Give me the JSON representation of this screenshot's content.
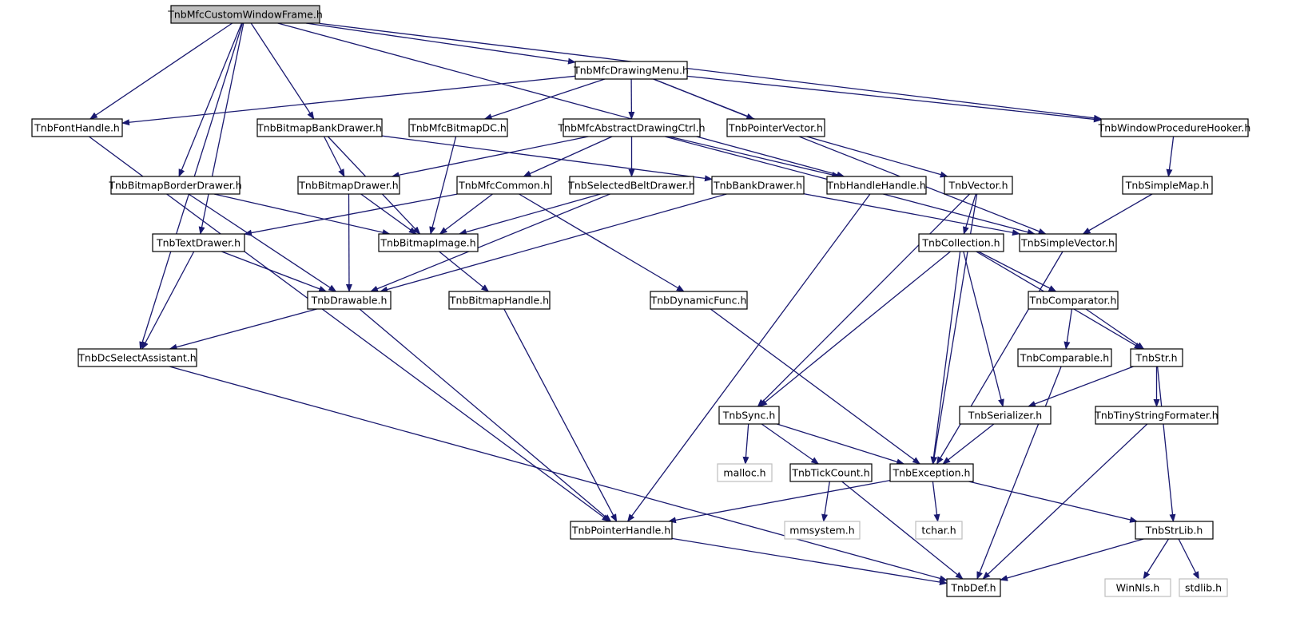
{
  "graph": {
    "nodes": [
      {
        "id": "root",
        "label": "TnbMfcCustomWindowFrame.h",
        "kind": "root"
      },
      {
        "id": "drawmenu",
        "label": "TnbMfcDrawingMenu.h",
        "kind": "normal"
      },
      {
        "id": "fonthandle",
        "label": "TnbFontHandle.h",
        "kind": "normal"
      },
      {
        "id": "bmpbank",
        "label": "TnbBitmapBankDrawer.h",
        "kind": "normal"
      },
      {
        "id": "bmpdc",
        "label": "TnbMfcBitmapDC.h",
        "kind": "normal"
      },
      {
        "id": "absdraw",
        "label": "TnbMfcAbstractDrawingCtrl.h",
        "kind": "normal"
      },
      {
        "id": "ptrvec",
        "label": "TnbPointerVector.h",
        "kind": "normal"
      },
      {
        "id": "wndhook",
        "label": "TnbWindowProcedureHooker.h",
        "kind": "normal"
      },
      {
        "id": "bmpborder",
        "label": "TnbBitmapBorderDrawer.h",
        "kind": "normal"
      },
      {
        "id": "bmpdrawer",
        "label": "TnbBitmapDrawer.h",
        "kind": "normal"
      },
      {
        "id": "mfccommon",
        "label": "TnbMfcCommon.h",
        "kind": "normal"
      },
      {
        "id": "selbelt",
        "label": "TnbSelectedBeltDrawer.h",
        "kind": "normal"
      },
      {
        "id": "bankdrawer",
        "label": "TnbBankDrawer.h",
        "kind": "normal"
      },
      {
        "id": "handlehandle",
        "label": "TnbHandleHandle.h",
        "kind": "normal"
      },
      {
        "id": "vector",
        "label": "TnbVector.h",
        "kind": "normal"
      },
      {
        "id": "simplemap",
        "label": "TnbSimpleMap.h",
        "kind": "normal"
      },
      {
        "id": "textdrawer",
        "label": "TnbTextDrawer.h",
        "kind": "normal"
      },
      {
        "id": "bmpimage",
        "label": "TnbBitmapImage.h",
        "kind": "normal"
      },
      {
        "id": "collection",
        "label": "TnbCollection.h",
        "kind": "normal"
      },
      {
        "id": "simplevec",
        "label": "TnbSimpleVector.h",
        "kind": "normal"
      },
      {
        "id": "drawable",
        "label": "TnbDrawable.h",
        "kind": "normal"
      },
      {
        "id": "bmphandle",
        "label": "TnbBitmapHandle.h",
        "kind": "normal"
      },
      {
        "id": "dynfunc",
        "label": "TnbDynamicFunc.h",
        "kind": "normal"
      },
      {
        "id": "comparator",
        "label": "TnbComparator.h",
        "kind": "normal"
      },
      {
        "id": "dcselect",
        "label": "TnbDcSelectAssistant.h",
        "kind": "normal"
      },
      {
        "id": "comparable",
        "label": "TnbComparable.h",
        "kind": "normal"
      },
      {
        "id": "str",
        "label": "TnbStr.h",
        "kind": "normal"
      },
      {
        "id": "sync",
        "label": "TnbSync.h",
        "kind": "normal"
      },
      {
        "id": "serializer",
        "label": "TnbSerializer.h",
        "kind": "normal"
      },
      {
        "id": "tinystr",
        "label": "TnbTinyStringFormater.h",
        "kind": "normal"
      },
      {
        "id": "malloc",
        "label": "malloc.h",
        "kind": "external"
      },
      {
        "id": "tickcount",
        "label": "TnbTickCount.h",
        "kind": "normal"
      },
      {
        "id": "exception",
        "label": "TnbException.h",
        "kind": "normal"
      },
      {
        "id": "ptrhandle",
        "label": "TnbPointerHandle.h",
        "kind": "normal"
      },
      {
        "id": "mmsystem",
        "label": "mmsystem.h",
        "kind": "external"
      },
      {
        "id": "tchar",
        "label": "tchar.h",
        "kind": "external"
      },
      {
        "id": "strlib",
        "label": "TnbStrLib.h",
        "kind": "normal"
      },
      {
        "id": "def",
        "label": "TnbDef.h",
        "kind": "normal"
      },
      {
        "id": "winnls",
        "label": "WinNls.h",
        "kind": "external"
      },
      {
        "id": "stdlib",
        "label": "stdlib.h",
        "kind": "external"
      }
    ],
    "edges": [
      [
        "root",
        "drawmenu"
      ],
      [
        "root",
        "fonthandle"
      ],
      [
        "root",
        "bmpbank"
      ],
      [
        "root",
        "wndhook"
      ],
      [
        "root",
        "bmpborder"
      ],
      [
        "root",
        "textdrawer"
      ],
      [
        "root",
        "dcselect"
      ],
      [
        "root",
        "handlehandle"
      ],
      [
        "drawmenu",
        "fonthandle"
      ],
      [
        "drawmenu",
        "bmpdc"
      ],
      [
        "drawmenu",
        "absdraw"
      ],
      [
        "drawmenu",
        "ptrvec"
      ],
      [
        "drawmenu",
        "wndhook"
      ],
      [
        "drawmenu",
        "simplevec"
      ],
      [
        "fonthandle",
        "ptrhandle"
      ],
      [
        "bmpbank",
        "bmpdrawer"
      ],
      [
        "bmpbank",
        "bankdrawer"
      ],
      [
        "bmpbank",
        "bmpimage"
      ],
      [
        "bmpdc",
        "bmpimage"
      ],
      [
        "absdraw",
        "bmpdrawer"
      ],
      [
        "absdraw",
        "mfccommon"
      ],
      [
        "absdraw",
        "selbelt"
      ],
      [
        "absdraw",
        "handlehandle"
      ],
      [
        "absdraw",
        "simplevec"
      ],
      [
        "ptrvec",
        "vector"
      ],
      [
        "wndhook",
        "simplemap"
      ],
      [
        "bmpborder",
        "bmpimage"
      ],
      [
        "bmpborder",
        "drawable"
      ],
      [
        "bmpdrawer",
        "bmpimage"
      ],
      [
        "bmpdrawer",
        "drawable"
      ],
      [
        "mfccommon",
        "textdrawer"
      ],
      [
        "mfccommon",
        "bmpimage"
      ],
      [
        "mfccommon",
        "dynfunc"
      ],
      [
        "selbelt",
        "bmpimage"
      ],
      [
        "selbelt",
        "drawable"
      ],
      [
        "bankdrawer",
        "drawable"
      ],
      [
        "bankdrawer",
        "simplevec"
      ],
      [
        "handlehandle",
        "ptrhandle"
      ],
      [
        "vector",
        "collection"
      ],
      [
        "vector",
        "exception"
      ],
      [
        "vector",
        "sync"
      ],
      [
        "simplemap",
        "simplevec"
      ],
      [
        "textdrawer",
        "drawable"
      ],
      [
        "textdrawer",
        "dcselect"
      ],
      [
        "bmpimage",
        "bmphandle"
      ],
      [
        "collection",
        "comparator"
      ],
      [
        "collection",
        "str"
      ],
      [
        "collection",
        "serializer"
      ],
      [
        "collection",
        "exception"
      ],
      [
        "collection",
        "sync"
      ],
      [
        "simplevec",
        "exception"
      ],
      [
        "drawable",
        "dcselect"
      ],
      [
        "drawable",
        "ptrhandle"
      ],
      [
        "bmphandle",
        "ptrhandle"
      ],
      [
        "dynfunc",
        "exception"
      ],
      [
        "comparator",
        "comparable"
      ],
      [
        "comparator",
        "str"
      ],
      [
        "dcselect",
        "def"
      ],
      [
        "comparable",
        "def"
      ],
      [
        "str",
        "serializer"
      ],
      [
        "str",
        "tinystr"
      ],
      [
        "str",
        "strlib"
      ],
      [
        "sync",
        "malloc"
      ],
      [
        "sync",
        "tickcount"
      ],
      [
        "sync",
        "exception"
      ],
      [
        "serializer",
        "exception"
      ],
      [
        "tinystr",
        "def"
      ],
      [
        "tickcount",
        "mmsystem"
      ],
      [
        "tickcount",
        "def"
      ],
      [
        "exception",
        "ptrhandle"
      ],
      [
        "exception",
        "tchar"
      ],
      [
        "exception",
        "strlib"
      ],
      [
        "ptrhandle",
        "def"
      ],
      [
        "strlib",
        "def"
      ],
      [
        "strlib",
        "winnls"
      ],
      [
        "strlib",
        "stdlib"
      ]
    ]
  }
}
